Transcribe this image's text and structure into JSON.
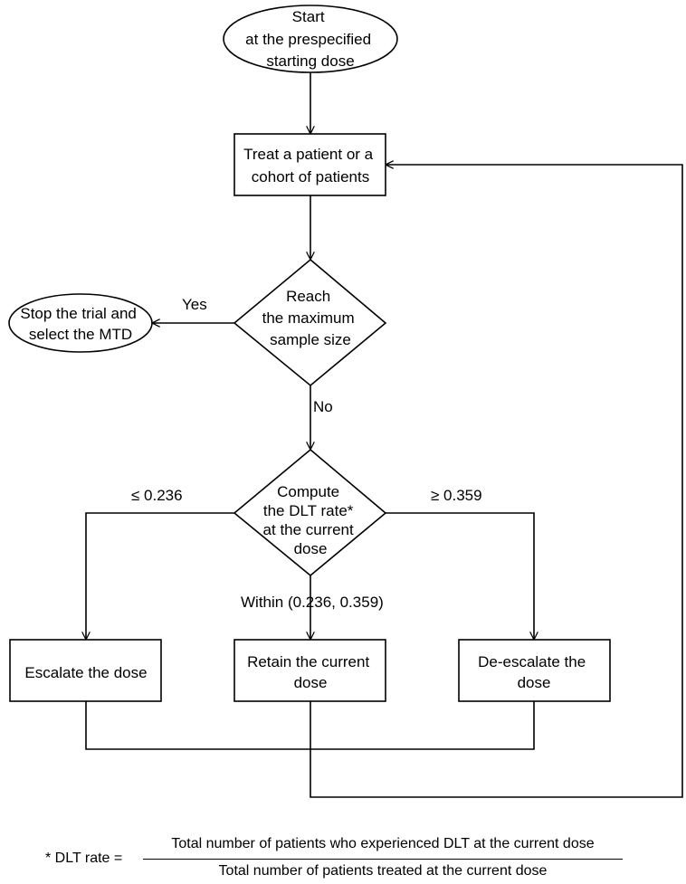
{
  "nodes": {
    "start": [
      "Start",
      "at the prespecified",
      "starting dose"
    ],
    "treat": [
      "Treat a patient or a",
      "cohort of patients"
    ],
    "reach": [
      "Reach",
      "the maximum",
      "sample size"
    ],
    "stop": [
      "Stop the trial and",
      "select the MTD"
    ],
    "compute": [
      "Compute",
      "the DLT rate*",
      "at the current",
      "dose"
    ],
    "escalate": [
      "Escalate the dose"
    ],
    "retain": [
      "Retain the current",
      "dose"
    ],
    "deescalate": [
      "De-escalate the",
      "dose"
    ]
  },
  "edges": {
    "yes": "Yes",
    "no": "No",
    "low": "≤ 0.236",
    "high": "≥ 0.359",
    "within": "Within (0.236, 0.359)"
  },
  "footnote": {
    "label": "* DLT rate =",
    "numerator": "Total number of patients who experienced DLT at the current dose",
    "denominator": "Total number of patients treated at the current dose"
  }
}
